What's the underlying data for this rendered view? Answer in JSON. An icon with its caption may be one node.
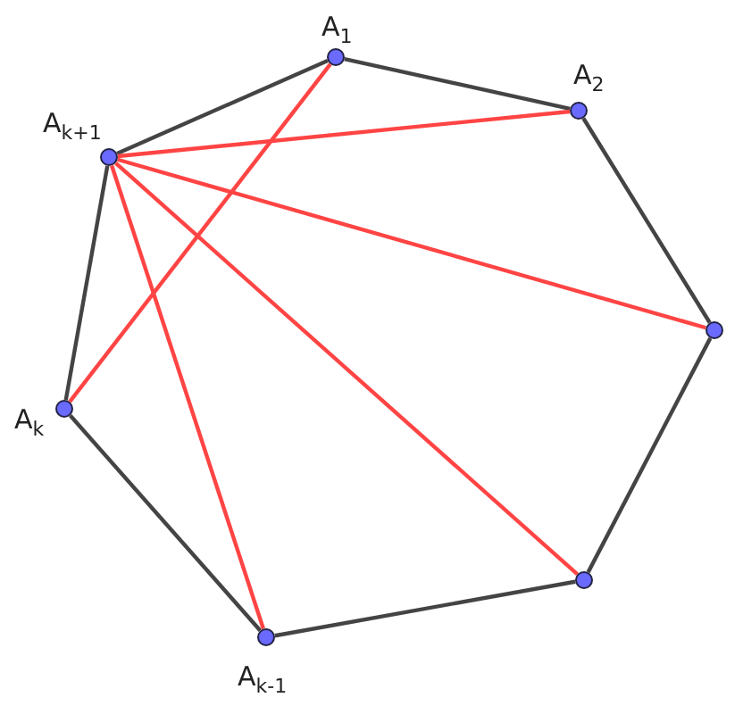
{
  "diagram": {
    "nodes": [
      {
        "text": [],
        "shape": "circle",
        "beside": [
          "A$_{1}$"
        ]
      },
      {
        "text": [],
        "shape": "circle",
        "beside": [
          "A$_{k+1}$"
        ]
      },
      {
        "text": [],
        "shape": "circle",
        "beside": [
          "A$_{2}$"
        ]
      },
      {
        "text": [],
        "shape": "circle"
      },
      {
        "text": [],
        "shape": "circle",
        "beside": [
          "A$_{k}$"
        ]
      },
      {
        "text": [],
        "shape": "circle"
      },
      {
        "text": [],
        "shape": "circle",
        "beside": [
          "A$_{k-1}$"
        ]
      }
    ],
    "edges": [
      {
        "from": 0,
        "to": 2,
        "arrow": "none"
      },
      {
        "from": 2,
        "to": 3,
        "arrow": "none"
      },
      {
        "from": 3,
        "to": 5,
        "arrow": "none"
      },
      {
        "from": 5,
        "to": 6,
        "arrow": "none"
      },
      {
        "from": 6,
        "to": 4,
        "arrow": "none"
      },
      {
        "from": 4,
        "to": 1,
        "arrow": "none"
      },
      {
        "from": 1,
        "to": 0,
        "arrow": "none"
      },
      {
        "from": 1,
        "to": 2,
        "arrow": "none",
        "color": "#ff4444"
      },
      {
        "from": 1,
        "to": 3,
        "arrow": "none",
        "color": "#ff4444"
      },
      {
        "from": 1,
        "to": 5,
        "arrow": "none",
        "color": "#ff4444"
      },
      {
        "from": 1,
        "to": 6,
        "arrow": "none",
        "color": "#ff4444"
      },
      {
        "from": 4,
        "to": 0,
        "arrow": "none",
        "color": "#ff4444"
      }
    ]
  }
}
